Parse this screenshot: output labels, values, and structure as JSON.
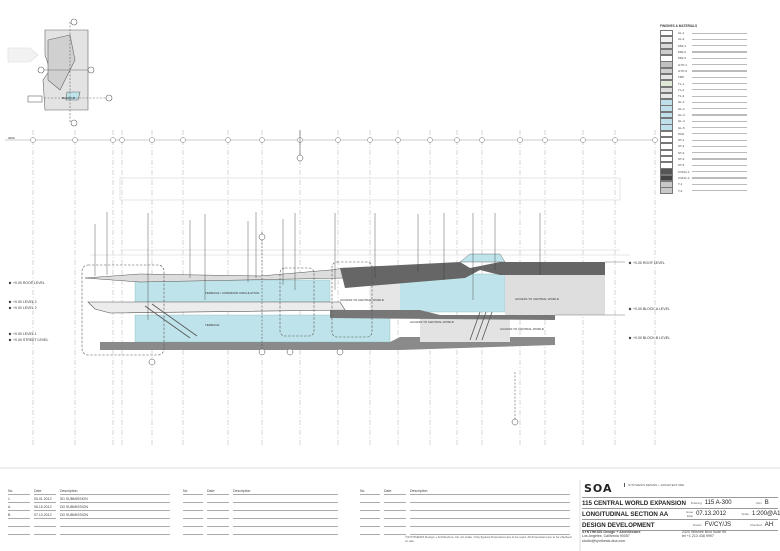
{
  "drawing": {
    "key_plan_label": "BLOCK-B",
    "left_levels": [
      {
        "elev": "+0.00",
        "name": "ROOF LEVEL"
      },
      {
        "elev": "+0.00",
        "name": "LEVEL 2"
      },
      {
        "elev": "+0.00",
        "name": "LEVEL 2"
      },
      {
        "elev": "+0.00",
        "name": "LEVEL 1"
      },
      {
        "elev": "+0.00",
        "name": "STREET LEVEL"
      }
    ],
    "right_levels": [
      {
        "elev": "+0.00",
        "name": "ROOF LEVEL"
      },
      {
        "elev": "+0.00",
        "name": "BLOCK-A LEVEL"
      },
      {
        "elev": "+0.00",
        "name": "BLOCK-B LEVEL"
      }
    ],
    "room_labels": [
      "TERRACE / CORRIDOR CIRCULATION",
      "TERRACE",
      "ACCESS TO CENTRAL WORLD",
      "ACCESS TO CENTRAL WORLD",
      "ACCESS TO CENTRAL WORLD",
      "ACCESS TO CENTRAL WORLD"
    ],
    "dimension": "3000"
  },
  "legend": {
    "title": "FINISHES & MATERIALS",
    "items": [
      {
        "code": "AL-1",
        "color": "#ffffff"
      },
      {
        "code": "AL-2",
        "color": "#f2f2f2"
      },
      {
        "code": "MW-1",
        "color": "#d9d9d9"
      },
      {
        "code": "MW-2",
        "color": "#cccccc"
      },
      {
        "code": "MW-3",
        "color": "#ffffff"
      },
      {
        "code": "GYP-1",
        "color": "#bfbfbf"
      },
      {
        "code": "GYP-2",
        "color": "#d0d0d0"
      },
      {
        "code": "FRP",
        "color": "#e6e6e6"
      },
      {
        "code": "TL-1",
        "color": "#e0e8d8"
      },
      {
        "code": "TL-2",
        "color": "#dddddd"
      },
      {
        "code": "TL-3",
        "color": "#e8e8e8"
      },
      {
        "code": "GL-1",
        "color": "#bfe0ea"
      },
      {
        "code": "GL-2",
        "color": "#bfe0ea"
      },
      {
        "code": "GL-3",
        "color": "#bfe0ea"
      },
      {
        "code": "GL-4",
        "color": "#bfe0ea"
      },
      {
        "code": "GL-5",
        "color": "#bfe0ea"
      },
      {
        "code": "PAN",
        "color": "#ffffff"
      },
      {
        "code": "ST-1",
        "color": "#ffffff"
      },
      {
        "code": "ST-2",
        "color": "#ffffff"
      },
      {
        "code": "ST-3",
        "color": "#ffffff"
      },
      {
        "code": "ST-4",
        "color": "#ffffff"
      },
      {
        "code": "ST-5",
        "color": "#ffffff"
      },
      {
        "code": "CONC-1",
        "color": "#555555"
      },
      {
        "code": "CONC-2",
        "color": "#444444"
      },
      {
        "code": "T-1",
        "color": "#c8c8c8"
      },
      {
        "code": "T-2",
        "color": "#c8c8c8"
      }
    ]
  },
  "revisions": {
    "headers": {
      "no": "No",
      "date": "Date",
      "desc": "Description"
    },
    "rows": [
      {
        "no": "1",
        "date": "05.01.2012",
        "desc": "SD SUBMISSION"
      },
      {
        "no": "A",
        "date": "06.15.2012",
        "desc": "DD SUBMISSION"
      },
      {
        "no": "B",
        "date": "07.13.2012",
        "desc": "DD SUBMISSION"
      }
    ]
  },
  "title_block": {
    "logo": "SOA",
    "logo_sub": "SYNTHESIS DESIGN + ARCHITECTURE",
    "project": "115 CENTRAL WORLD EXPANSION",
    "drawing_label": "Drawing",
    "drawing_no": "115 A-300",
    "rev_label": "Rev",
    "rev": "B",
    "sheet_title": "LONGITUDINAL SECTION AA",
    "date_label": "Issue Date",
    "date": "07.13.2012",
    "scale_label": "Scale",
    "scale": "1:200@A1",
    "phase": "DESIGN DEVELOPMENT",
    "drawn_label": "Drawn",
    "drawn": "FV/CY/JS",
    "checked_label": "Checked",
    "checked": "AH",
    "firm": "SYNTHESIS Design + Architecture",
    "city": "Los Angeles, California 90057",
    "email": "studio@synthesis-dna.com",
    "address": "2420 Wilshire Blvd Suite 95",
    "tel": "tel +1 213 438 9997",
    "copyright": "©SYNTHESIS Design + Architecture. Do not scale. Only figured dimensions are to be used. All dimensions are to be checked on site."
  },
  "colors": {
    "glass": "#bfe3ea",
    "concrete": "#666666",
    "slab": "#8a8a8a",
    "wall": "#d9d9d9"
  }
}
